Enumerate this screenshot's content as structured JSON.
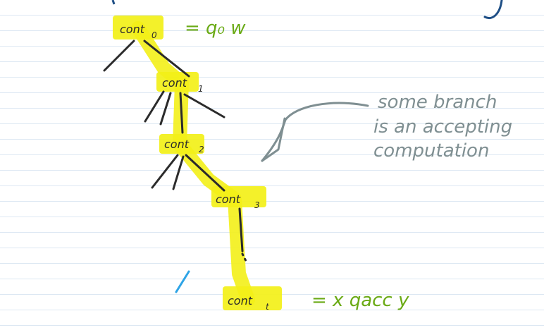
{
  "configs": [
    {
      "id": "c0",
      "label": "cont",
      "sub": "0"
    },
    {
      "id": "c1",
      "label": "cont",
      "sub": "1"
    },
    {
      "id": "c2",
      "label": "cont",
      "sub": "2"
    },
    {
      "id": "c3",
      "label": "cont",
      "sub": "3"
    },
    {
      "id": "ct",
      "label": "cont",
      "sub": "t"
    }
  ],
  "equations": {
    "start": "= q₀ w",
    "accept": "= x qacc y"
  },
  "annotation": {
    "line1": "some branch",
    "line2": "is an accepting",
    "line3": "computation"
  },
  "colors": {
    "highlight": "#f3f018",
    "ink": "#2b2b2b",
    "green": "#6aaa15",
    "note": "#7f8f92",
    "blue": "#2ea4e6",
    "ruling": "#dde8f3"
  }
}
